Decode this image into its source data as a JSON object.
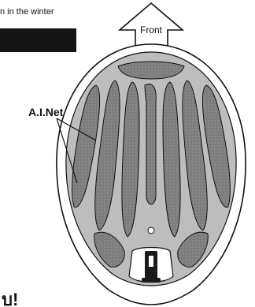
{
  "caption": "n in the winter",
  "front_label": "Front",
  "callout_label": "A.I.Net",
  "corner_fragment": "บ!",
  "colors": {
    "shell": "#ffffff",
    "liner": "#bdbdbd",
    "net": "#7d7d7d",
    "outline": "#111111"
  }
}
